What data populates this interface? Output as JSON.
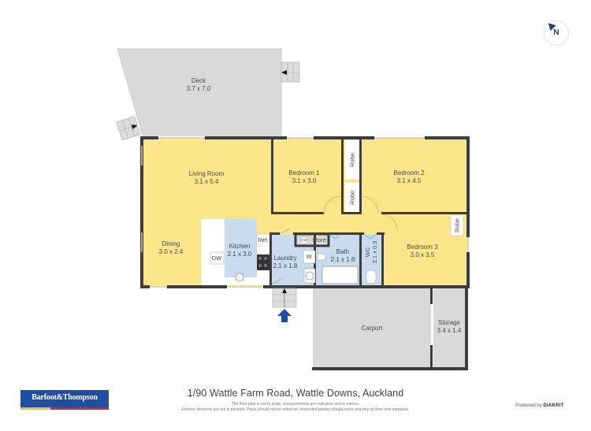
{
  "compass": {
    "label": "N"
  },
  "rooms": {
    "deck": {
      "name": "Deck",
      "size": "3.7 x 7.0"
    },
    "living_room": {
      "name": "Living Room",
      "size": "3.1 x 5.4"
    },
    "dining": {
      "name": "Dining",
      "size": "3.0 x 2.4"
    },
    "kitchen": {
      "name": "Kitchen",
      "size": "2.1 x 3.0"
    },
    "bedroom1": {
      "name": "Bedroom 1",
      "size": "3.1 x 3.0"
    },
    "bedroom2": {
      "name": "Bedroom 2",
      "size": "3.1 x 4.5"
    },
    "bedroom3": {
      "name": "Bedroom 3",
      "size": "3.0 x 3.5"
    },
    "laundry": {
      "name": "Laundry",
      "size": "2.1 x 1.8"
    },
    "bath": {
      "name": "Bath",
      "size": "2.1 x 1.8"
    },
    "wc": {
      "name": "WC",
      "size": "2.1 x 0.9"
    },
    "store": {
      "name": "Store"
    },
    "carport": {
      "name": "Carport"
    },
    "storage": {
      "name": "Storage",
      "size": "3.4 x 1.4"
    }
  },
  "fixtures": {
    "robe1": "Robe",
    "robe2": "Robe",
    "robe3": "Robe",
    "ref": "Ref.",
    "dw": "DW",
    "w": "W",
    "hw": "HW"
  },
  "footer": {
    "address": "1/90 Wattle Farm Road, Wattle Downs, Auckland",
    "disclaimer_line1": "The floor plan is not to scale; measurements are indicative and in metres.",
    "disclaimer_line2": "Exterior elements are not in position. Plans should not be relied on. Interested parties should make and rely on their own enquiries.",
    "produced_by_prefix": "Produced by",
    "produced_by_brand": "DIAKRIT",
    "agency_logo": "Barfoot&Thompson"
  },
  "colors": {
    "living_fill": "#fde68a",
    "wet_fill": "#c9dcef",
    "outdoor_fill": "#d9d9d9",
    "wall": "#3d3d3d",
    "entry_arrow": "#1f4fa3"
  }
}
